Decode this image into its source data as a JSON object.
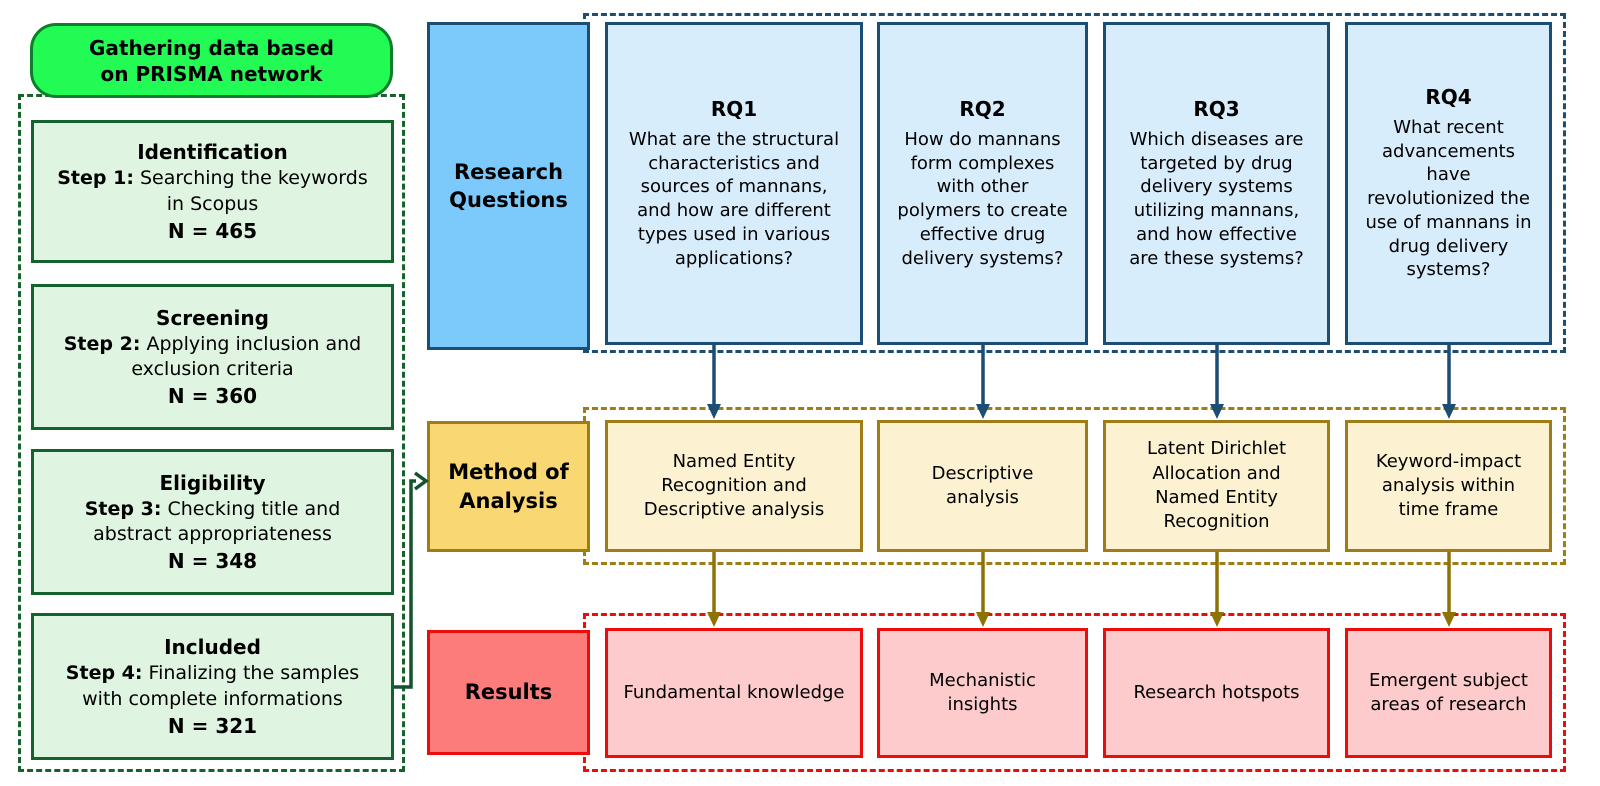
{
  "prisma": {
    "header_line1": "Gathering data based",
    "header_line2": "on PRISMA network",
    "steps": [
      {
        "title": "Identification",
        "step_label": "Step 1:",
        "step_text": " Searching the keywords in Scopus",
        "n": "N = 465"
      },
      {
        "title": "Screening",
        "step_label": "Step 2:",
        "step_text": " Applying inclusion and exclusion criteria",
        "n": "N = 360"
      },
      {
        "title": "Eligibility",
        "step_label": "Step 3:",
        "step_text": " Checking title and abstract appropriateness",
        "n": "N = 348"
      },
      {
        "title": "Included",
        "step_label": "Step 4:",
        "step_text": " Finalizing the samples with complete informations",
        "n": "N = 321"
      }
    ]
  },
  "rows": {
    "research_questions": {
      "label": "Research Questions",
      "items": [
        {
          "title": "RQ1",
          "text": "What are the structural characteristics and sources of mannans, and how are different types used in various applications?"
        },
        {
          "title": "RQ2",
          "text": "How do mannans form complexes with other polymers to create effective drug delivery systems?"
        },
        {
          "title": "RQ3",
          "text": "Which diseases are targeted by drug delivery systems utilizing mannans, and how effective are these systems?"
        },
        {
          "title": "RQ4",
          "text": "What recent advancements have revolutionized the use of mannans in drug delivery systems?"
        }
      ]
    },
    "method": {
      "label": "Method of Analysis",
      "items": [
        "Named Entity Recognition and Descriptive analysis",
        "Descriptive analysis",
        "Latent Dirichlet Allocation and Named Entity Recognition",
        "Keyword-impact analysis within time frame"
      ]
    },
    "results": {
      "label": "Results",
      "items": [
        "Fundamental knowledge",
        "Mechanistic insights",
        "Research hotspots",
        "Emergent subject areas of research"
      ]
    }
  },
  "colors": {
    "prisma_header_fill": "#21FB54",
    "prisma_header_border": "#0E7E2C",
    "prisma_box_fill": "#DFF5E2",
    "prisma_box_border": "#16622E",
    "prisma_dashed_border": "#156329",
    "green_connector_arrow": "#14532D",
    "rq_label_fill": "#7CC9FB",
    "rq_box_fill": "#D8EDFB",
    "rq_border": "#1C4E75",
    "rq_arrow": "#1C4E75",
    "method_label_fill": "#F9D874",
    "method_box_fill": "#FCF2D1",
    "method_border": "#9E7D16",
    "method_arrow": "#8D7306",
    "results_label_fill": "#FC7C7C",
    "results_box_fill": "#FDCBCB",
    "results_border": "#EC0C0C"
  }
}
